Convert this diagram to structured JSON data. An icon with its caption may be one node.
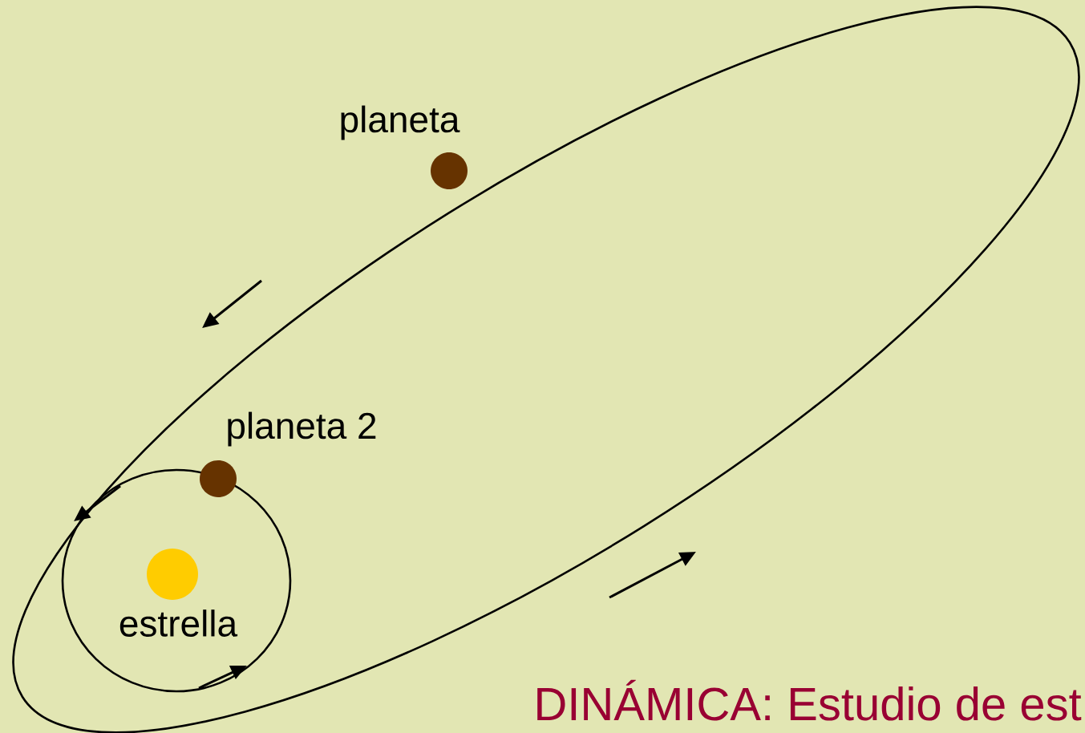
{
  "diagram": {
    "nodes": [
      {
        "text": [
          "planeta"
        ]
      },
      {
        "text": [
          "planeta 2"
        ]
      },
      {
        "text": [
          "estrella"
        ]
      }
    ],
    "labels": [
      "DINÁMICA: Estudio de est"
    ]
  }
}
